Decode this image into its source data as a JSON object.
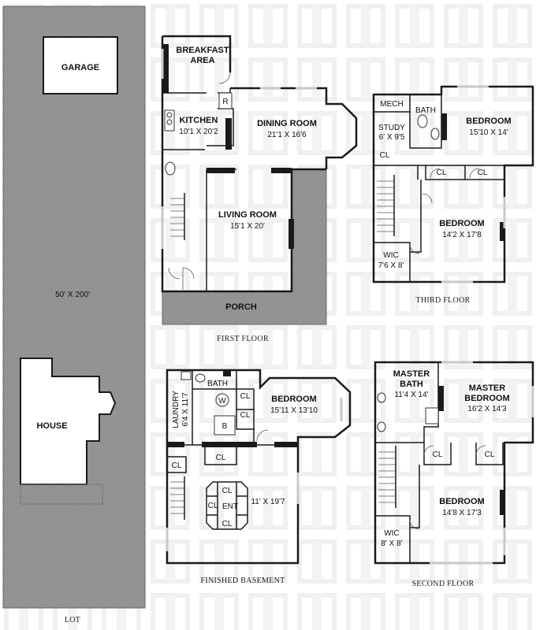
{
  "lot": {
    "caption": "LOT",
    "dimensions": "50' X 200'",
    "garage_label": "GARAGE",
    "house_label": "HOUSE"
  },
  "first_floor": {
    "caption": "FIRST FLOOR",
    "breakfast_1": "BREAKFAST",
    "breakfast_2": "AREA",
    "kitchen_name": "KITCHEN",
    "kitchen_size": "10'1 X 20'2",
    "refrigerator": "R",
    "dining_name": "DINING ROOM",
    "dining_size": "21'1 X 16'6",
    "living_name": "LIVING ROOM",
    "living_size": "15'1 X 20'",
    "porch": "PORCH"
  },
  "third_floor": {
    "caption": "THIRD FLOOR",
    "mech": "MECH",
    "bath": "BATH",
    "study_name": "STUDY",
    "study_size": "6' X 9'5",
    "closet": "CL",
    "bedroom1_name": "BEDROOM",
    "bedroom1_size": "15'10 X 14'",
    "bedroom2_name": "BEDROOM",
    "bedroom2_size": "14'2 X 17'8",
    "wic_name": "WIC",
    "wic_size": "7'6 X 8'"
  },
  "basement": {
    "caption": "FINISHED BASEMENT",
    "bath": "BATH",
    "laundry_name": "LAUNDRY",
    "laundry_size": "6'4 X 11'7",
    "washer": "W",
    "boiler": "B",
    "closet": "CL",
    "bedroom_name": "BEDROOM",
    "bedroom_size": "15'11 X 13'10",
    "rec_size": "11' X 19'7",
    "ent": "ENT"
  },
  "second_floor": {
    "caption": "SECOND FLOOR",
    "master_bath_1": "MASTER",
    "master_bath_2": "BATH",
    "master_bath_size": "11'4 X 14'",
    "master_bed_1": "MASTER",
    "master_bed_2": "BEDROOM",
    "master_bed_size": "16'2 X 14'3",
    "closet": "CL",
    "bedroom_name": "BEDROOM",
    "bedroom_size": "14'8 X 17'3",
    "wic_name": "WIC",
    "wic_size": "8' X 8'"
  }
}
